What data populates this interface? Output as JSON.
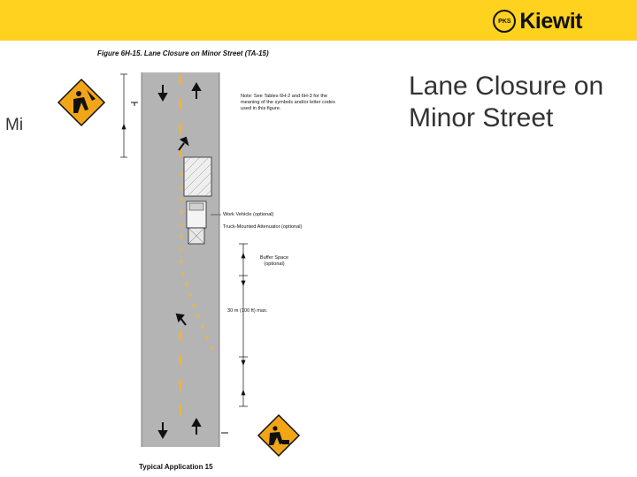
{
  "header": {
    "brand_name": "Kiewit",
    "badge_text": "PKS"
  },
  "slide": {
    "title": "Lane Closure on Minor Street",
    "fragment": "Mi"
  },
  "figure": {
    "title": "Figure 6H-15.  Lane Closure on Minor Street (TA-15)",
    "note": "Note: See Tables 6H-2 and 6H-3 for the meaning of the symbols and/or letter codes used in this figure.",
    "labels": {
      "work_vehicle": "Work Vehicle (optional)",
      "attenuator": "Truck-Mounted Attenuator (optional)",
      "buffer": "Buffer Space (optional)",
      "distance": "30 m (100 ft) max."
    },
    "caption": "Typical Application 15"
  },
  "colors": {
    "brand_yellow": "#ffd21f",
    "sign_orange": "#f2a516",
    "road_gray": "#b4b4b4",
    "marking_yellow": "#f0b43a"
  }
}
